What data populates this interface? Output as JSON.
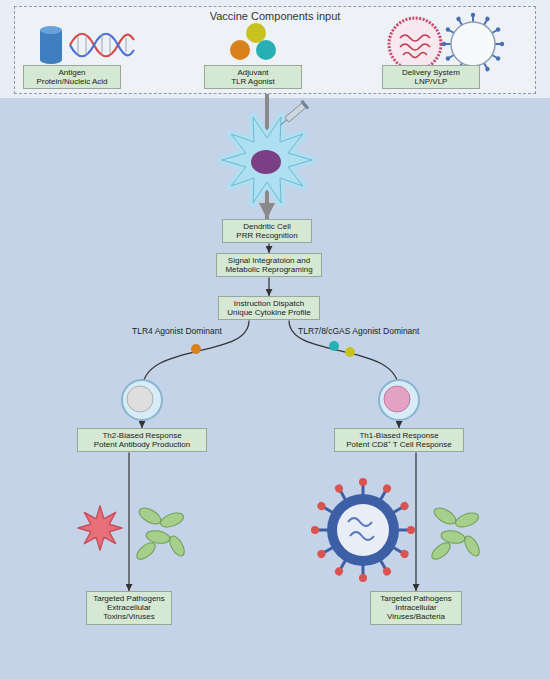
{
  "diagram": {
    "nodes": [
      {
        "text": [
          "Vaccine Components input"
        ]
      },
      {
        "text": [
          "Antigen",
          "Protein/Nucleic Acid"
        ],
        "in": 0
      },
      {
        "text": [
          "Adjuvant",
          "TLR Agonist"
        ],
        "in": 0
      },
      {
        "text": [
          "Delivery System",
          "LNP/VLP"
        ],
        "in": 0
      },
      {
        "text": [
          "Dendritic Cell",
          "PRR Recognition"
        ]
      },
      {
        "text": [
          "Signal Integratoion and Metabolic Reprograming"
        ]
      },
      {
        "text": [
          "Instruction Dispatch",
          "Unique Cytokine Profile"
        ]
      },
      {
        "text": [
          "Th2-Biased Response",
          "Potent Antibody Production"
        ]
      },
      {
        "text": [
          "Th1-Biased Response",
          "Potent CD8⁺ T Cell Response"
        ]
      },
      {
        "text": [
          "Targeted Pathogens",
          "Extracellular Toxins/Viruses"
        ]
      },
      {
        "text": [
          "Targeted Pathogens",
          "Intracellular Viruses/Bacteria"
        ]
      }
    ],
    "edges": [
      {
        "from": 0,
        "to": 4,
        "arrow": "to"
      },
      {
        "from": 4,
        "to": 5,
        "arrow": "to"
      },
      {
        "from": 5,
        "to": 6,
        "arrow": "to"
      },
      {
        "from": 6,
        "to": 7,
        "label": "TLR4 Agonist Dominant",
        "arrow": "to"
      },
      {
        "from": 6,
        "to": 8,
        "label": "TLR7/8/cGAS Agonist Dominant",
        "arrow": "to"
      },
      {
        "from": 7,
        "to": 9,
        "arrow": "to"
      },
      {
        "from": 8,
        "to": 10,
        "arrow": "to"
      }
    ]
  }
}
